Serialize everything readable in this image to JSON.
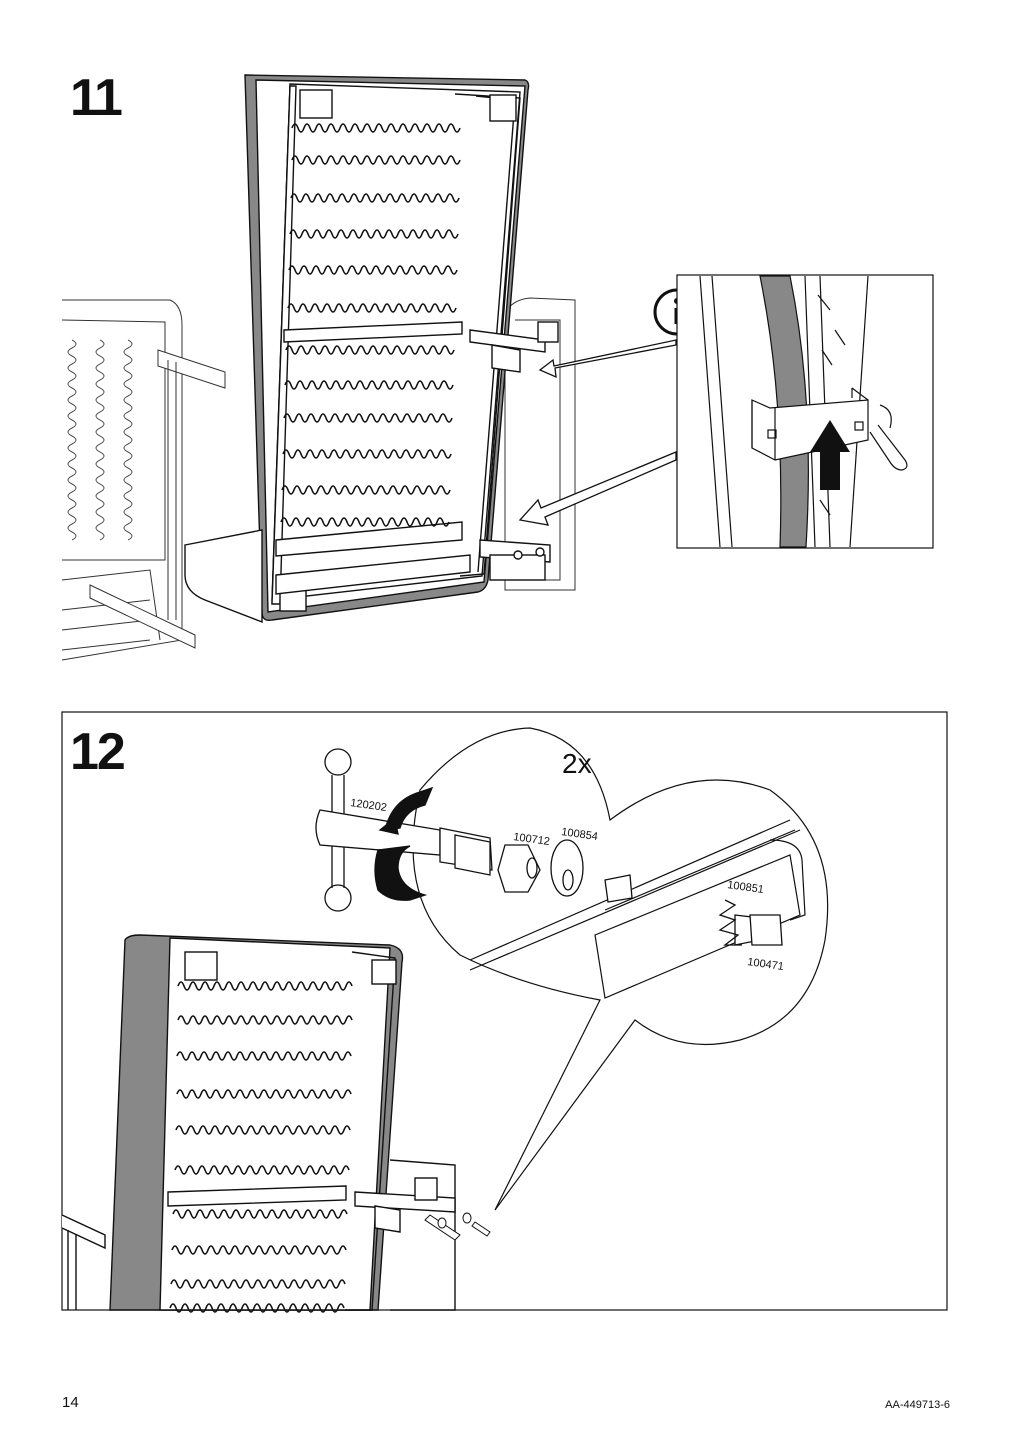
{
  "steps": [
    {
      "number": "11"
    },
    {
      "number": "12",
      "quantity": "2x",
      "parts": [
        "120202",
        "100712",
        "100854",
        "100851",
        "100471"
      ]
    }
  ],
  "info_icon": "info-circle-icon",
  "footer": {
    "page_number": "14",
    "document_id": "AA-449713-6"
  }
}
